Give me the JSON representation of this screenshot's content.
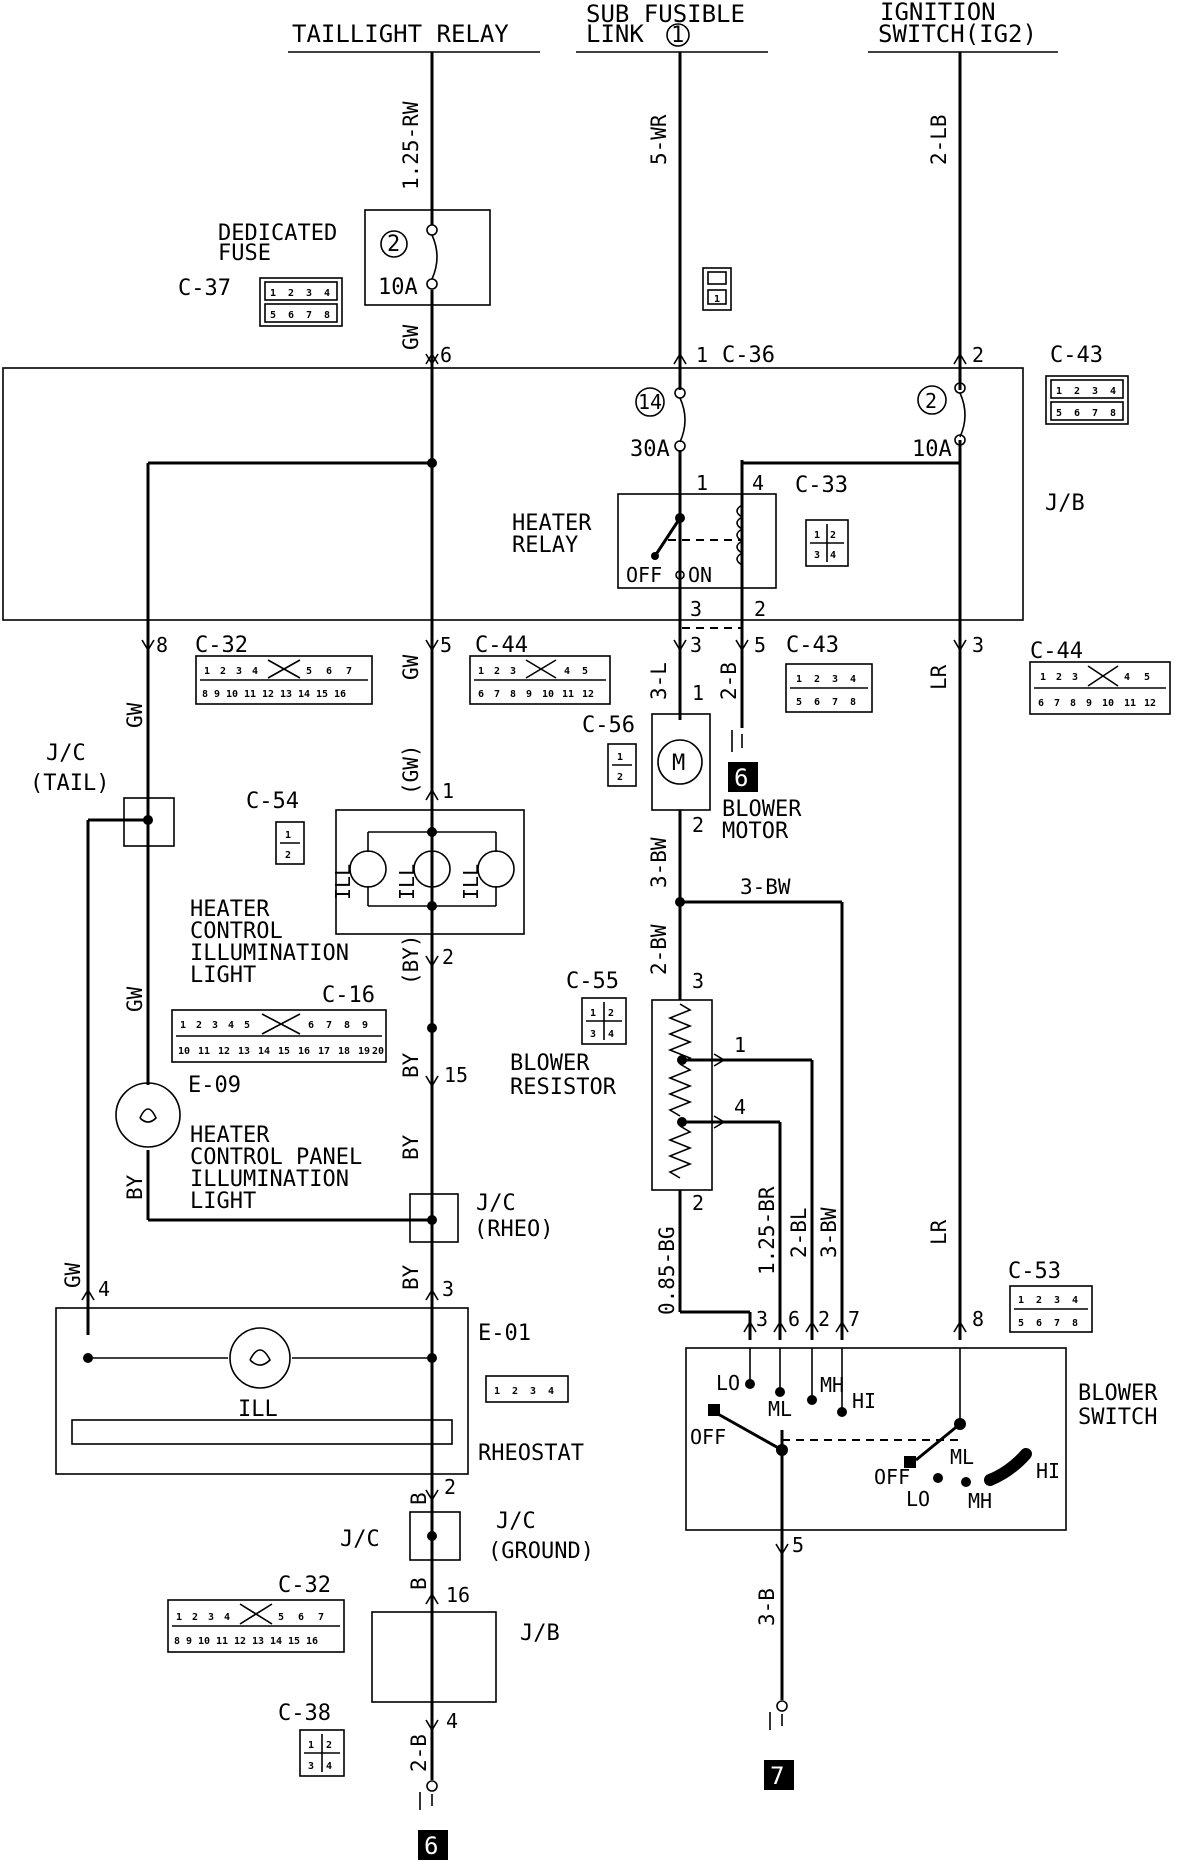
{
  "sources": {
    "taillight_relay": "TAILLIGHT RELAY",
    "sub_fusible_line1": "SUB FUSIBLE",
    "sub_fusible_line2": "LINK",
    "sub_fusible_num": "1",
    "ignition_line1": "IGNITION",
    "ignition_line2": "SWITCH(IG2)"
  },
  "wires": {
    "w_125rw": "1.25-RW",
    "w_5wr": "5-WR",
    "w_2lb": "2-LB",
    "w_gw": "GW",
    "w_gw_paren": "(GW)",
    "w_3l": "3-L",
    "w_2b": "2-B",
    "w_lr": "LR",
    "w_3bw": "3-BW",
    "w_2bw": "2-BW",
    "w_by": "BY",
    "w_by_paren": "(BY)",
    "w_085bg": "0.85-BG",
    "w_125br": "1.25-BR",
    "w_2bl": "2-BL",
    "w_b": "B",
    "w_3b": "3-B"
  },
  "labels": {
    "dedicated_fuse_1": "DEDICATED",
    "dedicated_fuse_2": "FUSE",
    "fuse_10a": "10A",
    "fuse_30a": "30A",
    "fuse2_num": "2",
    "fuse14_num": "14",
    "jb": "J/B",
    "heater_relay_1": "HEATER",
    "heater_relay_2": "RELAY",
    "relay_off": "OFF",
    "relay_on": "ON",
    "jc_tail_1": "J/C",
    "jc_tail_2": "(TAIL)",
    "blower_motor_1": "BLOWER",
    "blower_motor_2": "MOTOR",
    "motor_m": "M",
    "ill": "ILL",
    "heater_ctrl_1": "HEATER",
    "heater_ctrl_2": "CONTROL",
    "heater_ctrl_3": "ILLUMINATION",
    "heater_ctrl_4": "LIGHT",
    "blower_res_1": "BLOWER",
    "blower_res_2": "RESISTOR",
    "panel_1": "HEATER",
    "panel_2": "CONTROL PANEL",
    "panel_3": "ILLUMINATION",
    "panel_4": "LIGHT",
    "jc_rheo_1": "J/C",
    "jc_rheo_2": "(RHEO)",
    "rheostat": "RHEOSTAT",
    "blower_switch_1": "BLOWER",
    "blower_switch_2": "SWITCH",
    "sw_lo": "LO",
    "sw_ml": "ML",
    "sw_mh": "MH",
    "sw_hi": "HI",
    "sw_off": "OFF",
    "jc": "J/C",
    "jc_ground_1": "J/C",
    "jc_ground_2": "(GROUND)",
    "ground6": "6",
    "ground7": "7"
  },
  "connectors": {
    "c37": "C-37",
    "c36": "C-36",
    "c43": "C-43",
    "c33": "C-33",
    "c32": "C-32",
    "c44": "C-44",
    "c56": "C-56",
    "c54": "C-54",
    "c16": "C-16",
    "c55": "C-55",
    "e09": "E-09",
    "c53": "C-53",
    "e01": "E-01",
    "c38": "C-38"
  },
  "pins": {
    "p1": "1",
    "p2": "2",
    "p3": "3",
    "p4": "4",
    "p5": "5",
    "p6": "6",
    "p7": "7",
    "p8": "8",
    "p15": "15",
    "p16": "16"
  },
  "cells": {
    "n1": "1",
    "n2": "2",
    "n3": "3",
    "n4": "4",
    "n5": "5",
    "n6": "6",
    "n7": "7",
    "n8": "8",
    "n9": "9",
    "n10": "10",
    "n11": "11",
    "n12": "12",
    "n13": "13",
    "n14": "14",
    "n15": "15",
    "n16": "16",
    "n17": "17",
    "n18": "18",
    "n19": "19",
    "n20": "20"
  }
}
